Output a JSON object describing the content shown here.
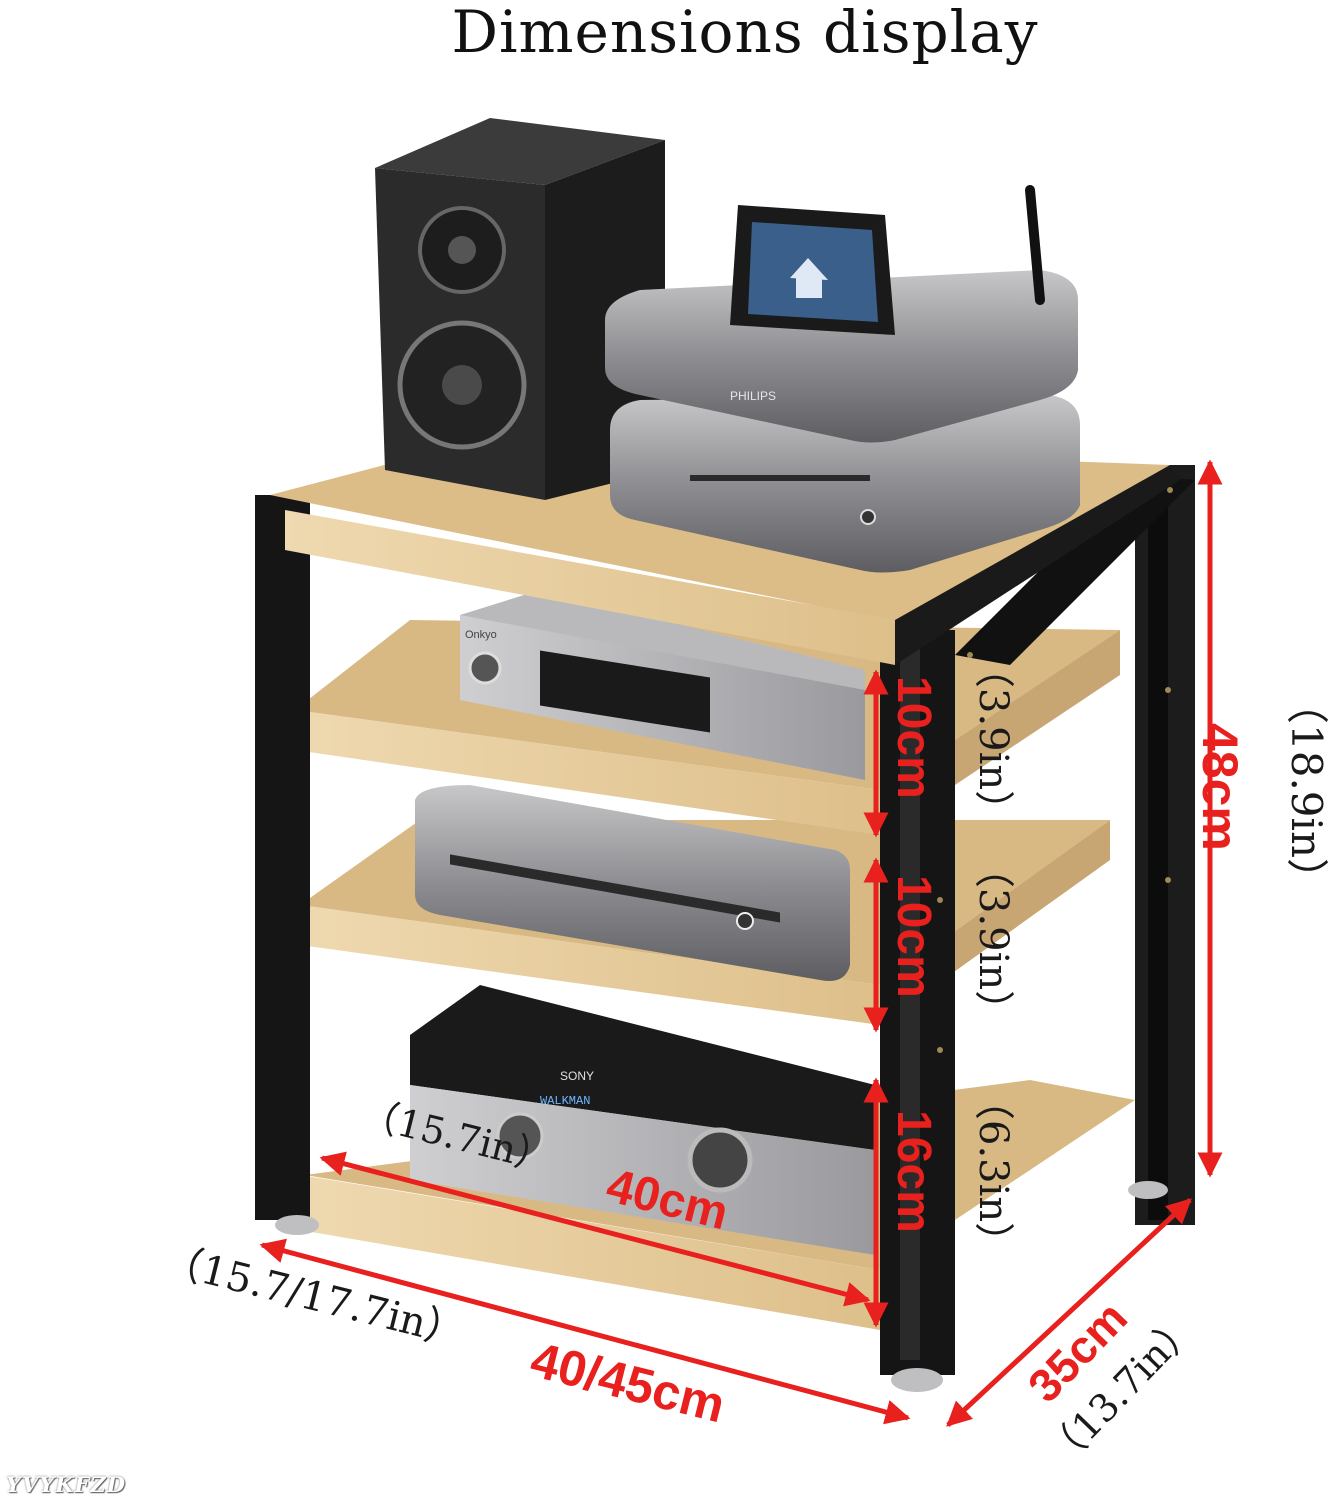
{
  "title": "Dimensions display",
  "watermark": "YVYKFZD",
  "colors": {
    "accent": "#e8201e",
    "wood": "#e5c99a",
    "frame": "#151515"
  },
  "dimensions": {
    "height_total_cm": "48cm",
    "height_total_in": "（18.9in）",
    "gap_top_cm": "10cm",
    "gap_top_in": "（3.9in）",
    "gap_mid_cm": "10cm",
    "gap_mid_in": "（3.9in）",
    "gap_bottom_cm": "16cm",
    "gap_bottom_in": "（6.3in）",
    "inner_width_cm": "40cm",
    "inner_width_in": "（15.7in）",
    "outer_width_cm": "40/45cm",
    "outer_width_in": "（15.7/17.7in）",
    "depth_cm": "35cm",
    "depth_in": "（13.7in）"
  },
  "devices": {
    "speaker": "speaker",
    "streamer_brand": "PHILIPS",
    "receiver_brand": "SONY",
    "receiver_display": "WALKMAN"
  }
}
